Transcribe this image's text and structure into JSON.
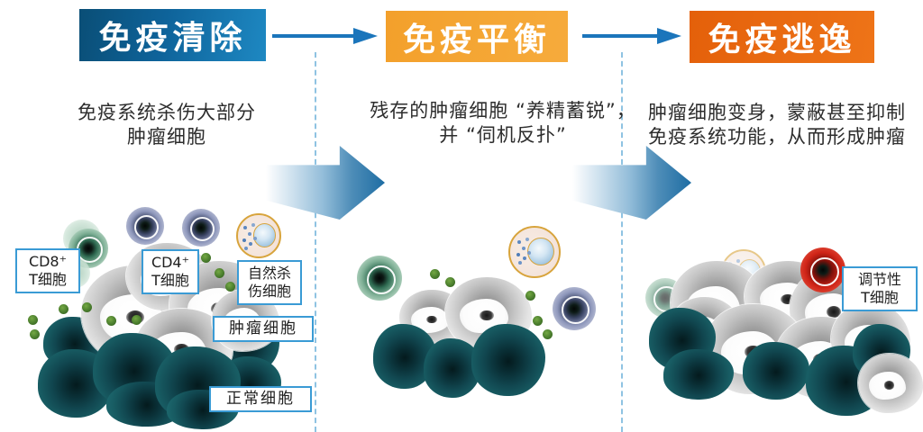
{
  "diagram": {
    "stages": [
      {
        "title": "免疫清除",
        "desc_line1": "免疫系统杀伤大部分",
        "desc_line2": "肿瘤细胞"
      },
      {
        "title": "免疫平衡",
        "desc_line1": "残存的肿瘤细胞 “养精蓄锐”，",
        "desc_line2": "并 “伺机反扑”"
      },
      {
        "title": "免疫逃逸",
        "desc_line1": "肿瘤细胞变身，蒙蔽甚至抑制",
        "desc_line2": "免疫系统功能，从而形成肿瘤"
      }
    ],
    "cell_labels": {
      "cd8": {
        "line1": "CD8⁺",
        "line2": "T细胞"
      },
      "cd4": {
        "line1": "CD4⁺",
        "line2": "T细胞"
      },
      "nk": {
        "line1": "自然杀",
        "line2": "伤细胞"
      },
      "tumor": {
        "line1": "肿瘤细胞"
      },
      "normal": {
        "line1": "正常细胞"
      },
      "treg": {
        "line1": "调节性",
        "line2": "T细胞"
      }
    },
    "colors": {
      "stage1_header_start": "#0a4e76",
      "stage1_header_end": "#1e88c2",
      "stage2_header": "#f5a52f",
      "stage3_header": "#e9680e",
      "flow_arrow_blue": "#1b75bb",
      "big_arrow_blue": "#1e6da3",
      "dashed_divider": "#8fc3e2",
      "label_border": "#3a9bd5",
      "normal_cell_teal": "#16565c",
      "tumor_cell_gray": "#c9c9c9",
      "cd8_green": "#7fb096",
      "cd4_purple": "#8e97bb",
      "nk_ring_gold": "#d8a43c",
      "treg_red": "#cf2417",
      "granule_green": "#4a7d2d"
    }
  }
}
